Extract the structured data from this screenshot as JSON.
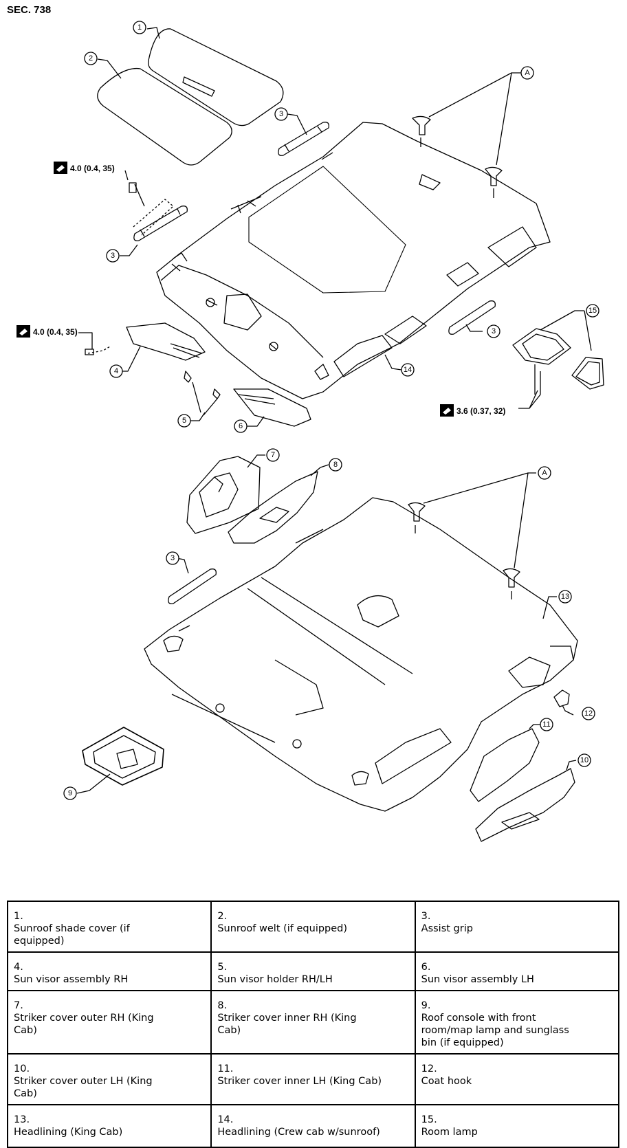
{
  "section": "SEC. 738",
  "callouts": {
    "c1": "1",
    "c2": "2",
    "c3a": "3",
    "c3b": "3",
    "c3c": "3",
    "c3d": "3",
    "c4": "4",
    "c5": "5",
    "c6": "6",
    "c7": "7",
    "c8": "8",
    "c9": "9",
    "c10": "10",
    "c11": "11",
    "c12": "12",
    "c13": "13",
    "c14": "14",
    "c15": "15",
    "cA1": "A",
    "cA2": "A"
  },
  "torques": {
    "t1": "4.0 (0.4, 35)",
    "t2": "4.0 (0.4, 35)",
    "t3": "3.6 (0.37, 32)"
  },
  "legend": [
    [
      {
        "num": "1.",
        "text": "Sunroof shade cover (if equipped)"
      },
      {
        "num": "2.",
        "text": "Sunroof welt (if equipped)"
      },
      {
        "num": "3.",
        "text": "Assist grip"
      }
    ],
    [
      {
        "num": "4.",
        "text": "Sun visor assembly RH"
      },
      {
        "num": "5.",
        "text": "Sun visor holder RH/LH"
      },
      {
        "num": "6.",
        "text": "Sun visor assembly LH"
      }
    ],
    [
      {
        "num": "7.",
        "text": "Striker cover outer RH (King Cab)"
      },
      {
        "num": "8.",
        "text": "Striker cover inner RH (King Cab)"
      },
      {
        "num": "9.",
        "text": "Roof console with front room/map lamp and sunglass bin (if equipped)"
      }
    ],
    [
      {
        "num": "10.",
        "text": "Striker cover outer LH (King Cab)"
      },
      {
        "num": "11.",
        "text": "Striker cover inner LH (King Cab)"
      },
      {
        "num": "12.",
        "text": "Coat hook"
      }
    ],
    [
      {
        "num": "13.",
        "text": "Headlining (King Cab)"
      },
      {
        "num": "14.",
        "text": "Headlining (Crew cab w/sunroof)"
      },
      {
        "num": "15.",
        "text": "Room lamp"
      }
    ]
  ]
}
